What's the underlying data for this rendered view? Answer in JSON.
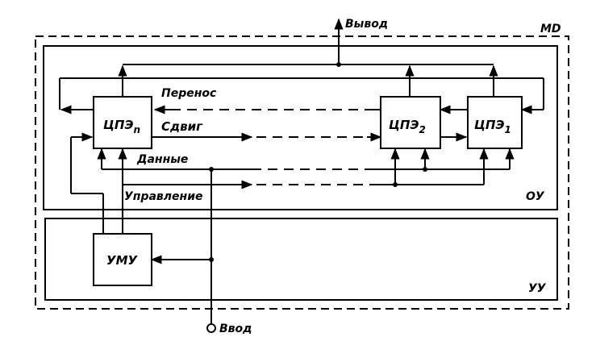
{
  "labels": {
    "output": "Вывод",
    "input": "Ввод",
    "module": "МD",
    "operational_unit": "ОУ",
    "control_unit": "УУ",
    "carry": "Перенос",
    "shift": "Сдвиг",
    "data": "Данные",
    "control": "Управление"
  },
  "blocks": {
    "cpe_n": {
      "main": "ЦПЭ",
      "sub": "n"
    },
    "cpe_2": {
      "main": "ЦПЭ",
      "sub": "2"
    },
    "cpe_1": {
      "main": "ЦПЭ",
      "sub": "1"
    },
    "umu": "УМУ"
  }
}
